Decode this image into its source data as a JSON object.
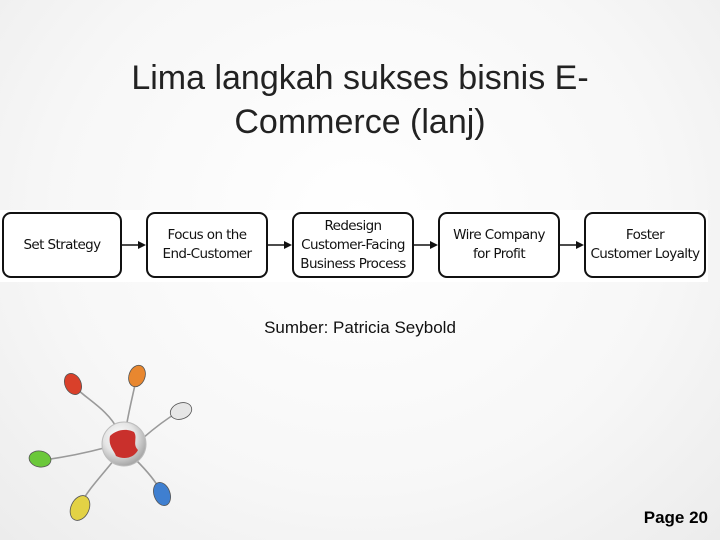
{
  "title": {
    "line1": "Lima langkah sukses bisnis E-",
    "line2": "Commerce (lanj)"
  },
  "process": {
    "steps": [
      {
        "lines": [
          "Set Strategy"
        ]
      },
      {
        "lines": [
          "Focus on the",
          "End-Customer"
        ]
      },
      {
        "lines": [
          "Redesign",
          "Customer-Facing",
          "Business Process"
        ]
      },
      {
        "lines": [
          "Wire Company",
          "for Profit"
        ]
      },
      {
        "lines": [
          "Foster",
          "Customer Loyalty"
        ]
      }
    ]
  },
  "source": "Sumber: Patricia Seybold",
  "page_number": "Page 20",
  "decoration": {
    "icon": "globe-with-computer-mice-icon",
    "colors": {
      "globe": "#c9302c",
      "mouse_red": "#d9402a",
      "mouse_orange": "#e8872f",
      "mouse_white": "#e6e6e6",
      "mouse_green": "#6bc83a",
      "mouse_yellow": "#e3d245",
      "mouse_blue": "#3f7fd0"
    }
  }
}
